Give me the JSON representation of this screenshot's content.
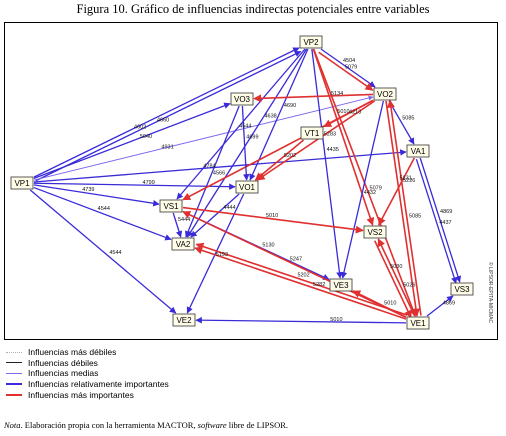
{
  "title": "Figura 10. Gráfico de influencias indirectas potenciales entre variables",
  "watermark": "© LIPSOR-EPITA-MICMAC",
  "colors": {
    "weakest": "#b0b0b0",
    "weak": "#222222",
    "medium": "#7b68ee",
    "relatively_important": "#3a2bd8",
    "most_important": "#e03030",
    "node_fill": "#fffde8"
  },
  "nodes": [
    {
      "id": "VP2",
      "label": "VP2"
    },
    {
      "id": "VO3",
      "label": "VO3"
    },
    {
      "id": "VO2",
      "label": "VO2"
    },
    {
      "id": "VT1",
      "label": "VT1"
    },
    {
      "id": "VA1",
      "label": "VA1"
    },
    {
      "id": "VP1",
      "label": "VP1"
    },
    {
      "id": "VO1",
      "label": "VO1"
    },
    {
      "id": "VS1",
      "label": "VS1"
    },
    {
      "id": "VA2",
      "label": "VA2"
    },
    {
      "id": "VS2",
      "label": "VS2"
    },
    {
      "id": "VE3",
      "label": "VE3"
    },
    {
      "id": "VS3",
      "label": "VS3"
    },
    {
      "id": "VE2",
      "label": "VE2"
    },
    {
      "id": "VE1",
      "label": "VE1"
    }
  ],
  "edges": [
    {
      "from": "VP1",
      "to": "VP2",
      "label": "4602",
      "kind": "relatively_important"
    },
    {
      "from": "VP1",
      "to": "VP2",
      "label": "4660",
      "kind": "relatively_important"
    },
    {
      "from": "VP1",
      "to": "VO3",
      "label": "5040",
      "kind": "relatively_important"
    },
    {
      "from": "VP1",
      "to": "VO2",
      "label": "4931",
      "kind": "medium"
    },
    {
      "from": "VP1",
      "to": "VA1",
      "label": "4784",
      "kind": "relatively_important"
    },
    {
      "from": "VP1",
      "to": "VO1",
      "label": "4799",
      "kind": "relatively_important"
    },
    {
      "from": "VP1",
      "to": "VS1",
      "label": "4739",
      "kind": "relatively_important"
    },
    {
      "from": "VP1",
      "to": "VA2",
      "label": "4544",
      "kind": "relatively_important"
    },
    {
      "from": "VP1",
      "to": "VE2",
      "label": "4544",
      "kind": "relatively_important"
    },
    {
      "from": "VP2",
      "to": "VO2",
      "label": "4504",
      "kind": "relatively_important"
    },
    {
      "from": "VP2",
      "to": "VO2",
      "label": "5079",
      "kind": "most_important"
    },
    {
      "from": "VP2",
      "to": "VS1",
      "label": "4544",
      "kind": "relatively_important"
    },
    {
      "from": "VP2",
      "to": "VA2",
      "label": "4638",
      "kind": "relatively_important"
    },
    {
      "from": "VP2",
      "to": "VO1",
      "label": "4690",
      "kind": "relatively_important"
    },
    {
      "from": "VP2",
      "to": "VE1",
      "label": "5079",
      "kind": "most_important"
    },
    {
      "from": "VP2",
      "to": "VS2",
      "label": "5010",
      "kind": "most_important"
    },
    {
      "from": "VP2",
      "to": "VE3",
      "label": "4435",
      "kind": "relatively_important"
    },
    {
      "from": "VO3",
      "to": "VA2",
      "label": "4566",
      "kind": "relatively_important"
    },
    {
      "from": "VO2",
      "to": "VO3",
      "label": "5134",
      "kind": "most_important"
    },
    {
      "from": "VO2",
      "to": "VA1",
      "label": "5085",
      "kind": "relatively_important"
    },
    {
      "from": "VO2",
      "to": "VT1",
      "label": "4213",
      "kind": "most_important"
    },
    {
      "from": "VO2",
      "to": "VS1",
      "label": "5247",
      "kind": "most_important"
    },
    {
      "from": "VO2",
      "to": "VO1",
      "label": "5283",
      "kind": "most_important"
    },
    {
      "from": "VO2",
      "to": "VE3",
      "label": "4432",
      "kind": "relatively_important"
    },
    {
      "from": "VO2",
      "to": "VE1",
      "label": "5131",
      "kind": "most_important"
    },
    {
      "from": "VA1",
      "to": "VS3",
      "label": "4869",
      "kind": "relatively_important"
    },
    {
      "from": "VA1",
      "to": "VS3",
      "label": "4437",
      "kind": "relatively_important"
    },
    {
      "from": "VA1",
      "to": "VS2",
      "label": "5226",
      "kind": "most_important"
    },
    {
      "from": "VT1",
      "to": "VO1",
      "label": "5202",
      "kind": "most_important"
    },
    {
      "from": "VO1",
      "to": "VE2",
      "label": "5193",
      "kind": "relatively_important"
    },
    {
      "from": "VO1",
      "to": "VA2",
      "label": "4444",
      "kind": "relatively_important"
    },
    {
      "from": "VS1",
      "to": "VS2",
      "label": "5010",
      "kind": "most_important"
    },
    {
      "from": "VS1",
      "to": "VE3",
      "label": "5130",
      "kind": "relatively_important"
    },
    {
      "from": "VS1",
      "to": "VA2",
      "label": "5444",
      "kind": "relatively_important"
    },
    {
      "from": "VE1",
      "to": "VA2",
      "label": "5282",
      "kind": "most_important"
    },
    {
      "from": "VE1",
      "to": "VA2",
      "label": "5202",
      "kind": "most_important"
    },
    {
      "from": "VE1",
      "to": "VE2",
      "label": "5010",
      "kind": "relatively_important"
    },
    {
      "from": "VE1",
      "to": "VE3",
      "label": "5010",
      "kind": "most_important"
    },
    {
      "from": "VE1",
      "to": "VS3",
      "label": "4869",
      "kind": "relatively_important"
    },
    {
      "from": "VE1",
      "to": "VS2",
      "label": "5026",
      "kind": "most_important"
    },
    {
      "from": "VE1",
      "to": "VO2",
      "label": "5085",
      "kind": "most_important"
    },
    {
      "from": "VE1",
      "to": "VS1",
      "label": "5247",
      "kind": "most_important"
    },
    {
      "from": "VS2",
      "to": "VE1",
      "label": "5030",
      "kind": "most_important"
    },
    {
      "from": "VO3",
      "to": "VO1",
      "label": "4699",
      "kind": "relatively_important"
    }
  ],
  "legend": [
    {
      "label": "Influencias más débiles",
      "kind": "weakest"
    },
    {
      "label": "Influencias débiles",
      "kind": "weak"
    },
    {
      "label": "Influencias medias",
      "kind": "medium"
    },
    {
      "label": "Influencias relativamente importantes",
      "kind": "relatively_important"
    },
    {
      "label": "Influencias más importantes",
      "kind": "most_important"
    }
  ],
  "note": {
    "prefix": "Nota",
    "text_1": ". Elaboración propia con la herramienta MACTOR, ",
    "italic": "software",
    "text_2": " libre de LIPSOR."
  }
}
